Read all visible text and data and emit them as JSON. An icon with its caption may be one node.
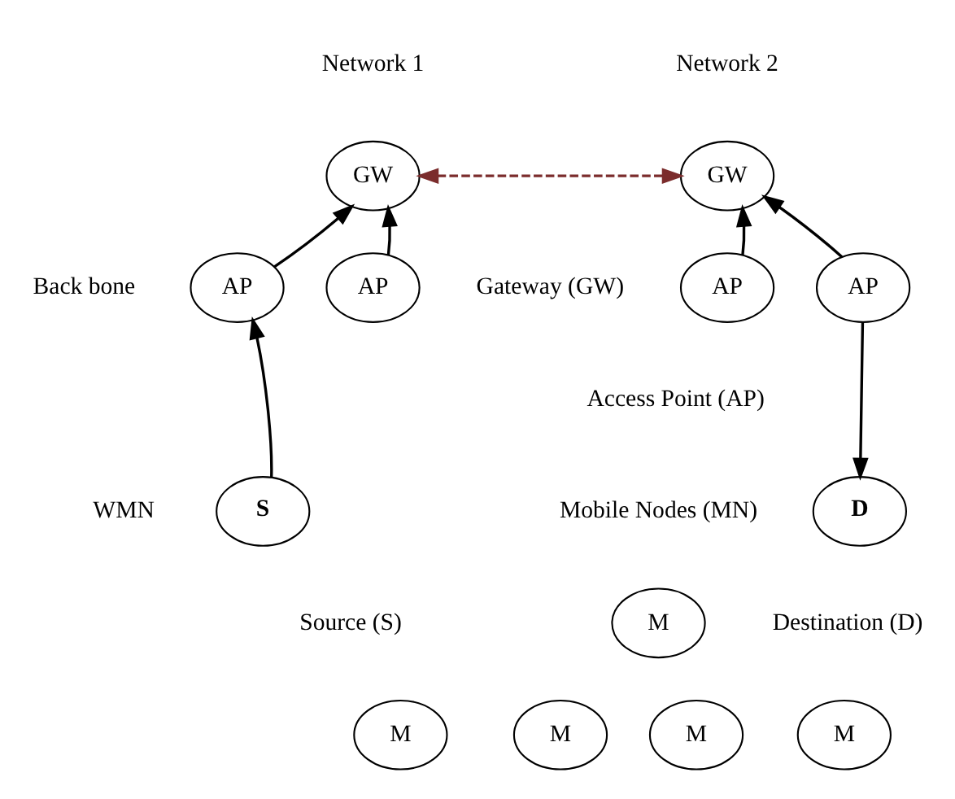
{
  "diagram": {
    "nodes": [
      {
        "text": [
          "GW"
        ]
      },
      {
        "text": [
          "GW"
        ]
      },
      {
        "text": [
          "AP"
        ]
      },
      {
        "text": [
          "AP"
        ]
      },
      {
        "text": [
          "AP"
        ]
      },
      {
        "text": [
          "AP"
        ]
      },
      {
        "text": [
          "S"
        ]
      },
      {
        "text": [
          "D"
        ]
      },
      {
        "text": [
          "M"
        ]
      },
      {
        "text": [
          "M"
        ]
      },
      {
        "text": [
          "M"
        ]
      },
      {
        "text": [
          "M"
        ]
      },
      {
        "text": [
          "M"
        ]
      }
    ],
    "edges": [
      {
        "from": 0,
        "to": 1,
        "arrow": "both",
        "style": "dashed",
        "color": "#7b2c2c"
      },
      {
        "from": 2,
        "to": 0,
        "arrow": "to"
      },
      {
        "from": 3,
        "to": 0,
        "arrow": "to"
      },
      {
        "from": 4,
        "to": 1,
        "arrow": "to"
      },
      {
        "from": 5,
        "to": 1,
        "arrow": "to"
      },
      {
        "from": 6,
        "to": 2,
        "arrow": "to"
      },
      {
        "from": 5,
        "to": 7,
        "arrow": "to"
      }
    ],
    "labels": [
      "Network 1",
      "Network 2",
      "Back bone",
      "Gateway (GW)",
      "Access Point (AP)",
      "WMN",
      "Mobile Nodes (MN)",
      "Source (S)",
      "Destination (D)"
    ]
  }
}
